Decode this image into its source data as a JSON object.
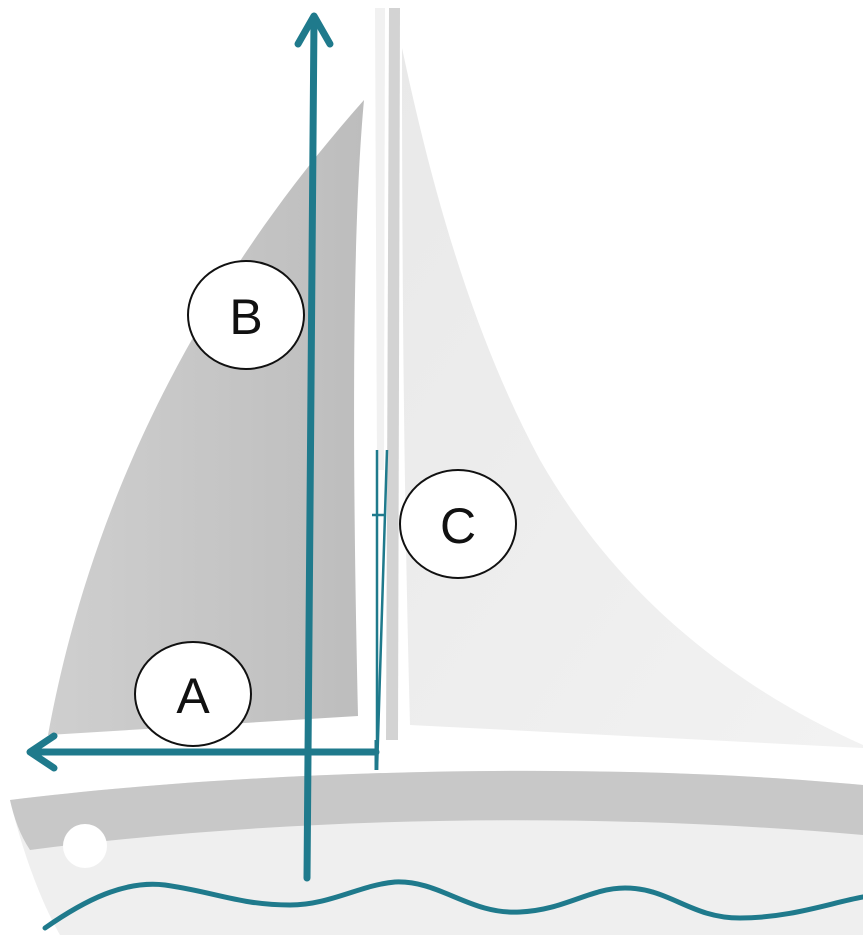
{
  "colors": {
    "accent": "#1f7a8c",
    "mainsail": "#c4c4c4",
    "jib": "#ececec",
    "mast": "#d3d3d3",
    "hull_stripe": "#c8c8c8",
    "hull": "#efefef",
    "porthole": "#ffffff"
  },
  "labels": {
    "a": "A",
    "b": "B",
    "c": "C"
  },
  "icons": {
    "boat": "sailboat-icon",
    "water": "wave-line"
  }
}
